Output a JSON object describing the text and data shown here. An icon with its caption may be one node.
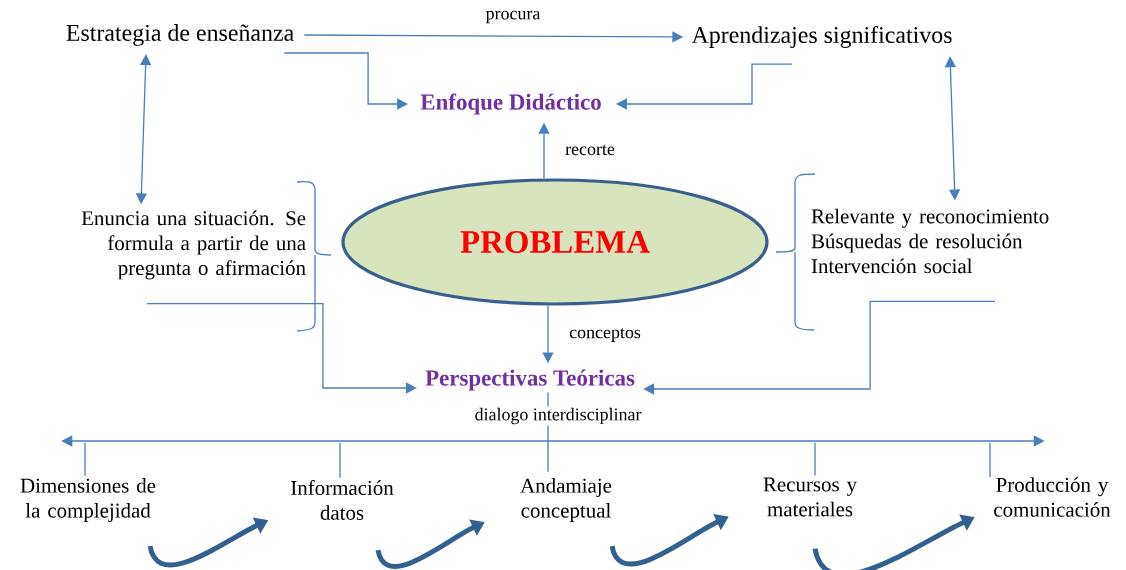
{
  "diagram": {
    "nodes": [
      {
        "text": [
          "Estrategia de enseñanza"
        ]
      },
      {
        "text": [
          "Aprendizajes significativos"
        ]
      },
      {
        "text": [
          "Enfoque Didáctico"
        ]
      },
      {
        "text": [
          "PROBLEMA"
        ]
      },
      {
        "text": [
          "Enuncia una situación. Se formula a partir de una pregunta o afirmación"
        ]
      },
      {
        "text": [
          "Relevante y reconocimiento Búsquedas de resolución Intervención social"
        ]
      },
      {
        "text": [
          "Perspectivas Teóricas"
        ]
      },
      {
        "text": [
          "Dimensiones de la complejidad"
        ]
      },
      {
        "text": [
          "Información datos"
        ]
      },
      {
        "text": [
          "Andamiaje conceptual"
        ]
      },
      {
        "text": [
          "Recursos y materiales"
        ]
      },
      {
        "text": [
          "Producción y comunicación"
        ]
      },
      {
        "text": [],
        "shape": "bar"
      }
    ],
    "edges": [
      {
        "from": 0,
        "to": 1,
        "arrow": "to",
        "label": "procura"
      },
      {
        "from": 0,
        "to": 2,
        "arrow": "to"
      },
      {
        "from": 1,
        "to": 2,
        "arrow": "to"
      },
      {
        "from": 0,
        "to": 4,
        "arrow": "both"
      },
      {
        "from": 1,
        "to": 5,
        "arrow": "both"
      },
      {
        "from": 3,
        "to": 2,
        "arrow": "to",
        "label": "recorte"
      },
      {
        "from": 3,
        "to": 6,
        "arrow": "to",
        "label": "conceptos"
      },
      {
        "from": 4,
        "to": 6,
        "arrow": "to"
      },
      {
        "from": 5,
        "to": 6,
        "arrow": "to"
      },
      {
        "from": 6,
        "to": 9,
        "arrow": "none",
        "label": "dialogo   interdisciplinar"
      },
      {
        "from": 7,
        "to": 8,
        "arrow": "to",
        "style": "thick",
        "color": "#335f91"
      },
      {
        "from": 8,
        "to": 9,
        "arrow": "to",
        "style": "thick",
        "color": "#335f91"
      },
      {
        "from": 9,
        "to": 10,
        "arrow": "to",
        "style": "thick",
        "color": "#335f91"
      },
      {
        "from": 10,
        "to": 11,
        "arrow": "to",
        "style": "thick",
        "color": "#335f91"
      },
      {
        "from": 12,
        "to": 7,
        "arrow": "none"
      },
      {
        "from": 12,
        "to": 8,
        "arrow": "none"
      },
      {
        "from": 12,
        "to": 10,
        "arrow": "none"
      },
      {
        "from": 12,
        "to": 11,
        "arrow": "none"
      }
    ]
  }
}
